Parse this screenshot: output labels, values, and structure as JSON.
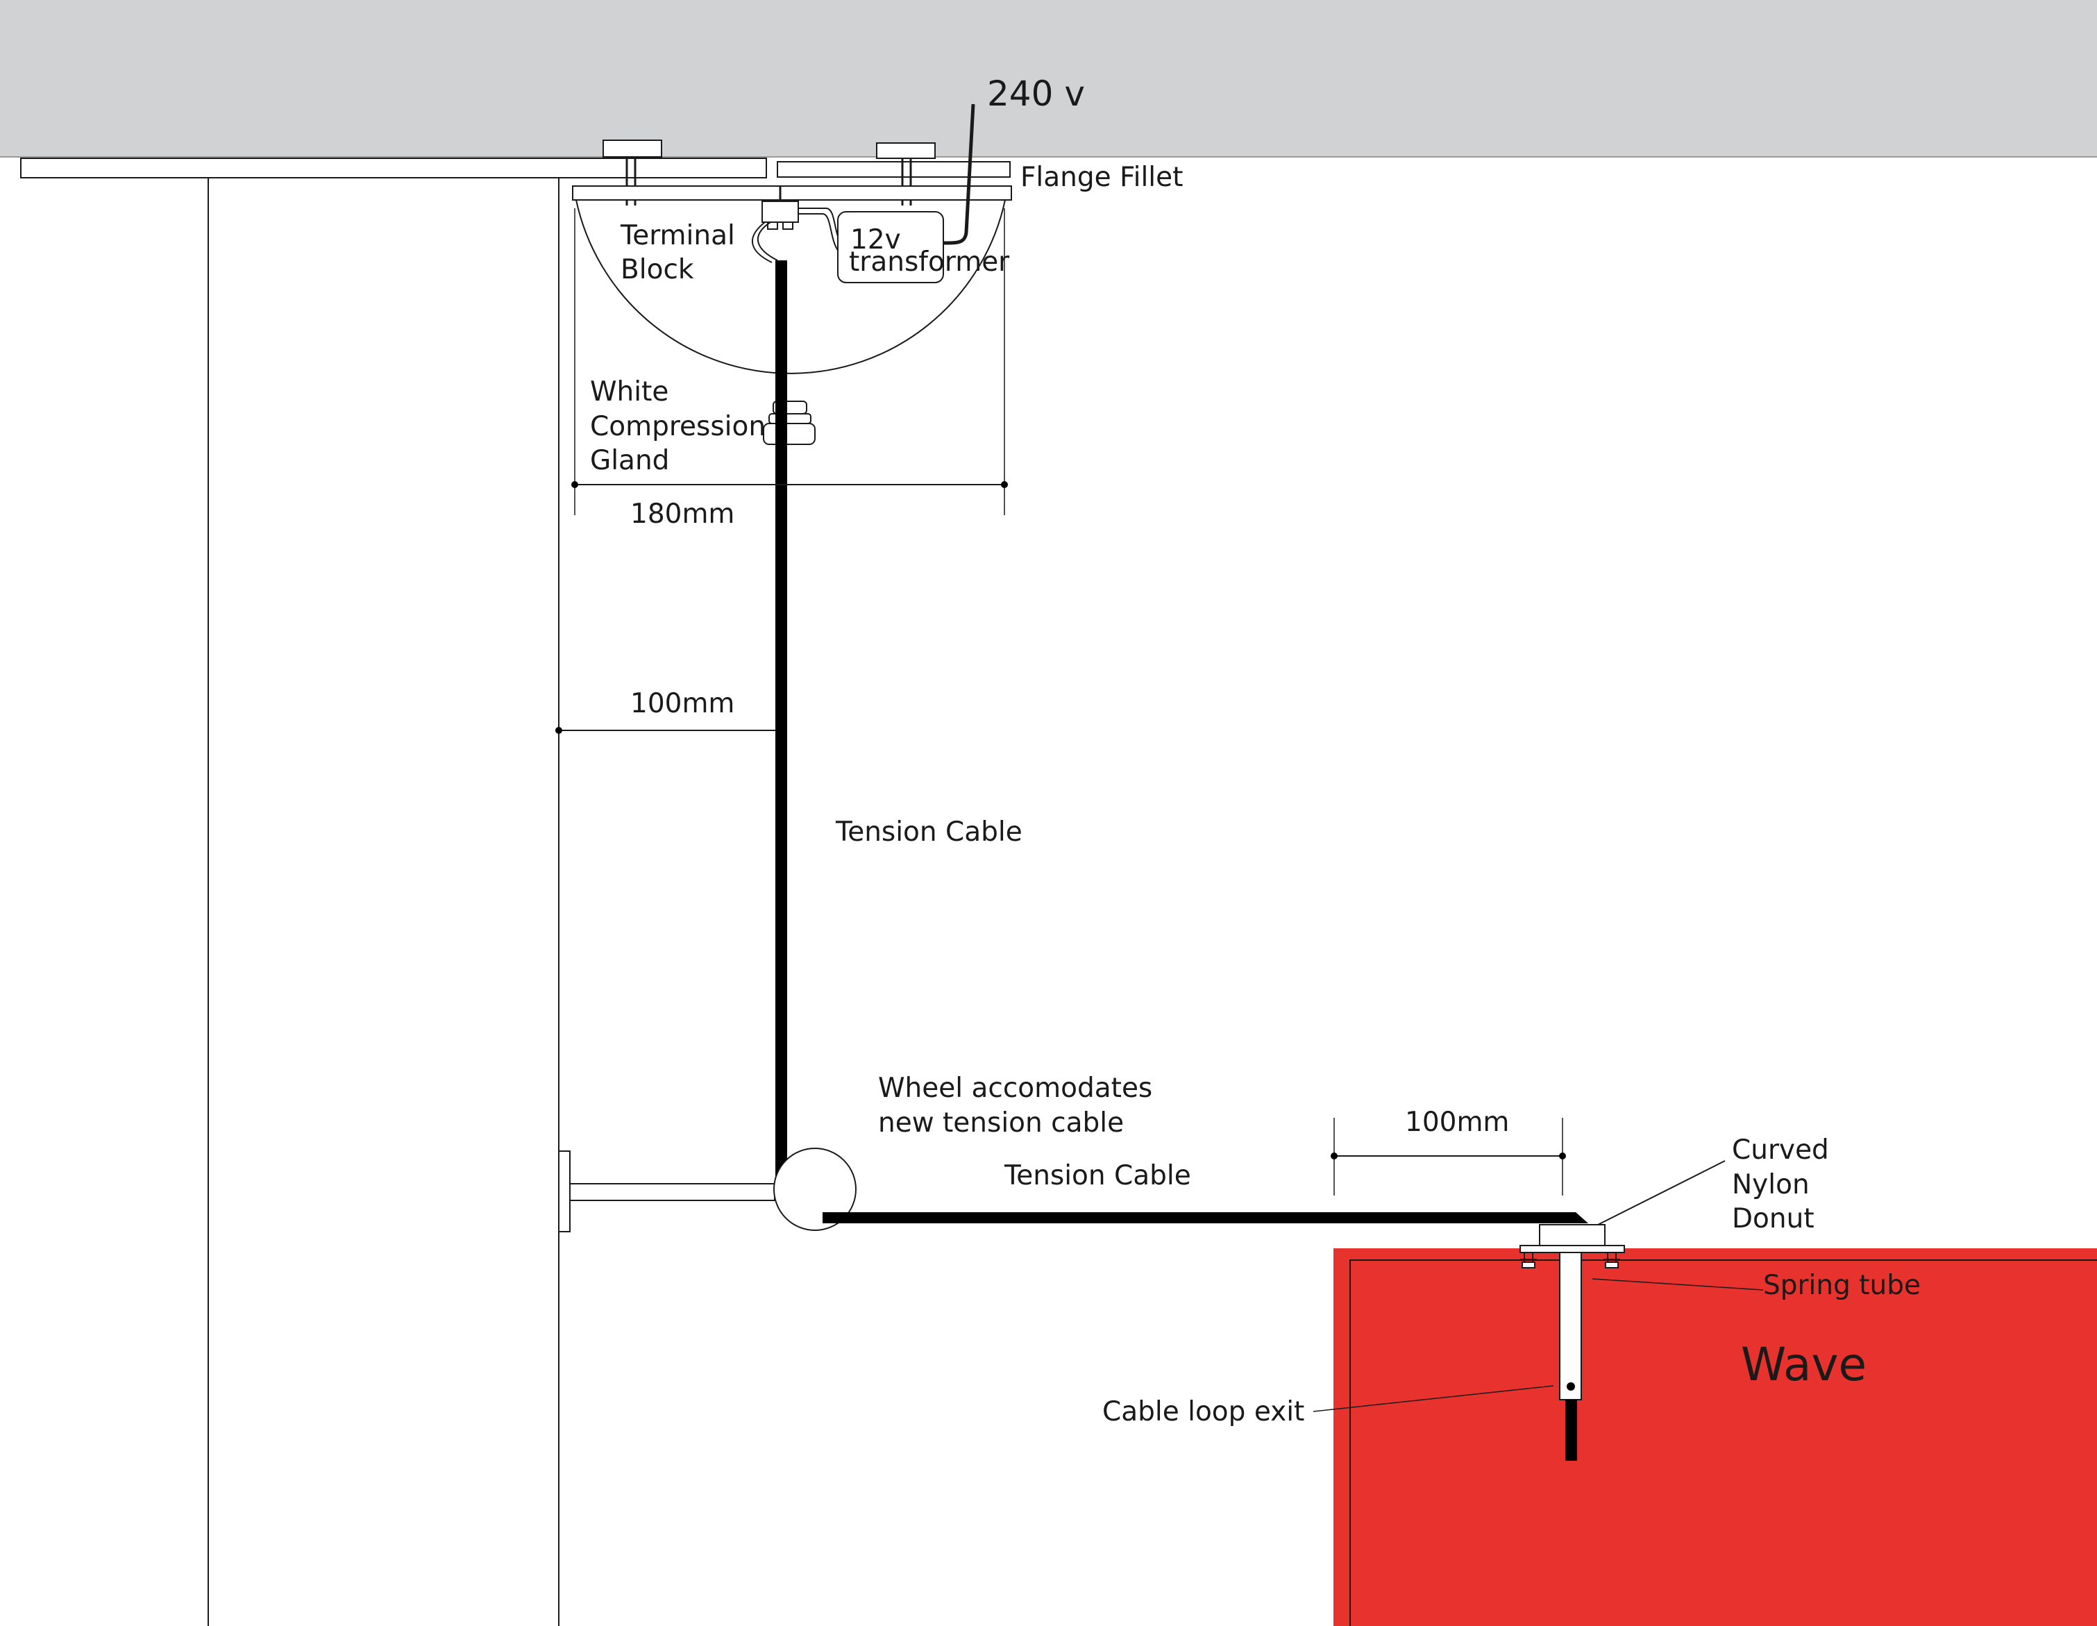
{
  "labels": {
    "voltage": "240 v",
    "flange_fillet": "Flange Fillet",
    "terminal_block_l1": "Terminal",
    "terminal_block_l2": "Block",
    "transformer_l1": "12v",
    "transformer_l2": "transformer",
    "gland_l1": "White",
    "gland_l2": "Compression",
    "gland_l3": "Gland",
    "dim_180": "180mm",
    "dim_100_left": "100mm",
    "tension_cable_vertical": "Tension Cable",
    "wheel_l1": "Wheel accomodates",
    "wheel_l2": "new tension cable",
    "tension_cable_horizontal": "Tension Cable",
    "dim_100_right": "100mm",
    "donut_l1": "Curved",
    "donut_l2": "Nylon",
    "donut_l3": "Donut",
    "spring_tube": "Spring tube",
    "wave": "Wave",
    "cable_loop_exit": "Cable loop exit"
  },
  "colors": {
    "ceiling": "#d1d2d4",
    "wave_panel": "#e8322d",
    "line": "#1a1a1a",
    "cable": "#000000"
  }
}
